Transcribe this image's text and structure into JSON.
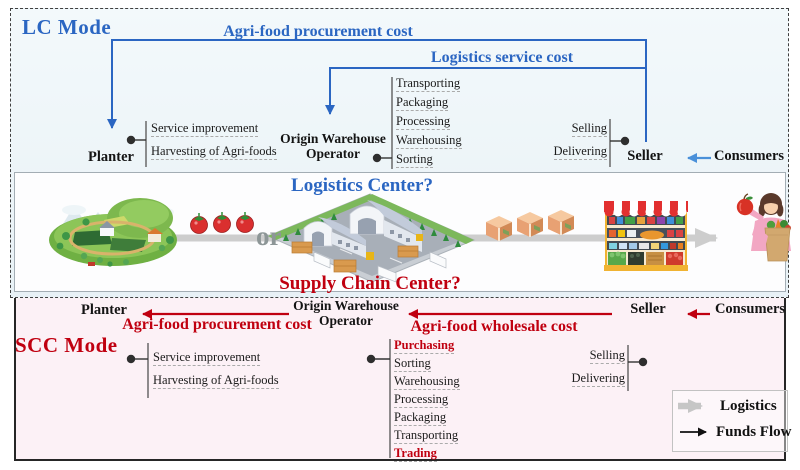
{
  "colors": {
    "blue": "#2b66c2",
    "light_blue": "#4a90d9",
    "red": "#c00010",
    "logistics_gray": "#cdcdcd",
    "lc_bg": "#edf4f8",
    "scc_bg": "#fcf1f6"
  },
  "lc": {
    "title": "LC Mode",
    "procurement_label": "Agri-food procurement cost",
    "logistics_label": "Logistics service cost",
    "planter": {
      "name": "Planter",
      "items": [
        "Service improvement",
        "Harvesting of Agri-foods"
      ]
    },
    "owo": {
      "name_line1": "Origin Warehouse",
      "name_line2": "Operator",
      "items": [
        "Transporting",
        "Packaging",
        "Processing",
        "Warehousing",
        "Sorting"
      ]
    },
    "seller": {
      "name": "Seller",
      "items": [
        "Selling",
        "Delivering"
      ]
    },
    "consumers": "Consumers"
  },
  "center": {
    "logistics_center": "Logistics Center?",
    "or": "or",
    "supply_chain_center": "Supply Chain Center?"
  },
  "scc": {
    "title": "SCC Mode",
    "procurement_label": "Agri-food procurement cost",
    "wholesale_label": "Agri-food wholesale cost",
    "planter": {
      "name": "Planter",
      "items": [
        "Service improvement",
        "Harvesting of Agri-foods"
      ]
    },
    "owo": {
      "name_line1": "Origin Warehouse",
      "name_line2": "Operator",
      "items": [
        "Purchasing",
        "Sorting",
        "Warehousing",
        "Processing",
        "Packaging",
        "Transporting",
        "Trading"
      ]
    },
    "seller": {
      "name": "Seller",
      "items": [
        "Selling",
        "Delivering"
      ]
    },
    "consumers": "Consumers"
  },
  "legend": {
    "logistics_label": "Logistics",
    "funds_flow_label": "Funds Flow"
  }
}
